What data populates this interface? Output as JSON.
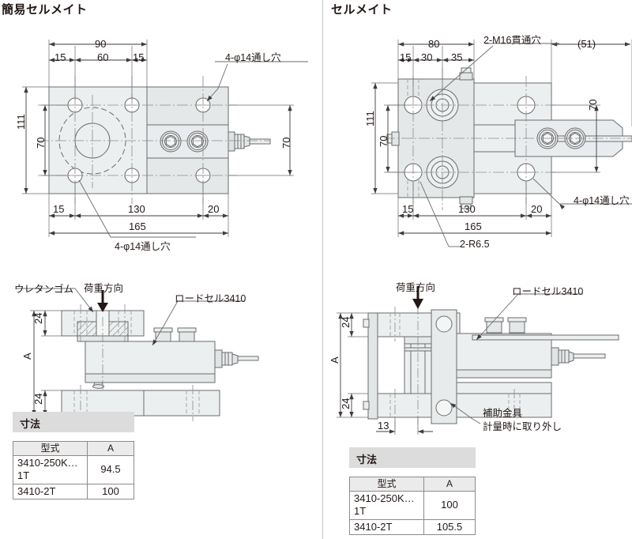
{
  "page": {
    "left_panel_title": "簡易セルメイト",
    "right_panel_title": "セルメイト"
  },
  "left_drawing": {
    "top_view": {
      "dim_90": "90",
      "dim_15a": "15",
      "dim_60": "60",
      "dim_15b": "15",
      "dim_111": "111",
      "dim_70_left": "70",
      "dim_70_right": "70",
      "dim_15_bottom": "15",
      "dim_130": "130",
      "dim_20": "20",
      "dim_165": "165",
      "note_holes_top": "4-φ14通し穴",
      "note_holes_bottom": "4-φ14通し穴"
    },
    "side_view": {
      "label_urethane": "ウレタンゴム",
      "label_load_direction": "荷重方向",
      "label_loadcell": "ロードセル3410",
      "dim_24_top": "24",
      "dim_24_bottom": "24",
      "dim_A": "A"
    },
    "table": {
      "caption": "寸法",
      "headers": [
        "型式",
        "A"
      ],
      "rows": [
        {
          "model": "3410-250K…1T",
          "a": "94.5"
        },
        {
          "model": "3410-2T",
          "a": "100"
        }
      ]
    }
  },
  "right_drawing": {
    "top_view": {
      "dim_80": "80",
      "dim_15a": "15",
      "dim_30": "30",
      "dim_35": "35",
      "dim_51": "(51)",
      "dim_111": "111",
      "dim_70_left": "70",
      "dim_70_right": "70",
      "dim_15_bottom": "15",
      "dim_130": "130",
      "dim_20": "20",
      "dim_165": "165",
      "note_m16": "2-M16貫通穴",
      "note_r65": "2-R6.5",
      "note_holes": "4-φ14通し穴"
    },
    "side_view": {
      "label_load_direction": "荷重方向",
      "label_loadcell": "ロードセル3410",
      "label_bracket_line1": "補助金具",
      "label_bracket_line2": "計量時に取り外し",
      "dim_24_top": "24",
      "dim_24_bottom": "24",
      "dim_13": "13",
      "dim_A": "A"
    },
    "table": {
      "caption": "寸法",
      "headers": [
        "型式",
        "A"
      ],
      "rows": [
        {
          "model": "3410-250K…1T",
          "a": "100"
        },
        {
          "model": "3410-2T",
          "a": "105.5"
        }
      ]
    }
  },
  "colors": {
    "line": "#6b6b6b",
    "fill_light": "#eceff0",
    "fill_mid": "#e2e6e7",
    "fill_dark": "#d6dadb",
    "band": "#dcdcdc",
    "text": "#231815"
  }
}
